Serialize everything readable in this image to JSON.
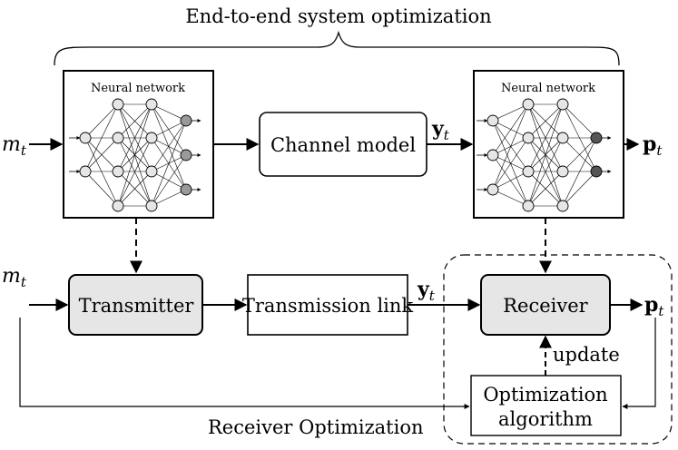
{
  "title": "End-to-end system optimization",
  "nn_left": {
    "label": "Neural network"
  },
  "nn_right": {
    "label": "Neural network"
  },
  "channel_model": {
    "label": "Channel model"
  },
  "transmitter": {
    "label": "Transmitter"
  },
  "transmission_link": {
    "label": "Transmission link"
  },
  "receiver": {
    "label": "Receiver"
  },
  "optimizer": {
    "line1": "Optimization",
    "line2": "algorithm"
  },
  "update_label": "update",
  "receiver_opt_label": "Receiver Optimization",
  "symbols": {
    "m_base": "m",
    "m_sub": "t",
    "y_base": "y",
    "y_sub": "t",
    "p_base": "p",
    "p_sub": "t"
  },
  "colors": {
    "shaded_block": "#e6e6e6",
    "output_node_left": "#9a9a9a",
    "output_node_right": "#555555",
    "node": "#e6e6e6"
  }
}
